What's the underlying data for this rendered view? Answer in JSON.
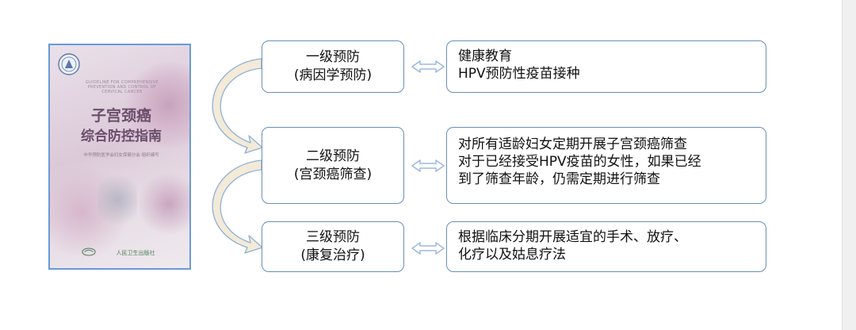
{
  "book_cover": {
    "title_line1": "子宫颈癌",
    "title_line2": "综合防控指南",
    "english_line1": "GUIDELINE FOR COMPREHENSIVE",
    "english_line2": "PREVENTION AND CONTROL OF",
    "english_line3": "CERVICAL CANCER",
    "editor": "中华预防医学会妇女保健分会 组织编写",
    "publisher": "人民卫生出版社"
  },
  "levels": [
    {
      "name": "一级预防",
      "sub": "(病因学预防)",
      "lines": [
        "健康教育",
        "HPV预防性疫苗接种"
      ]
    },
    {
      "name": "二级预防",
      "sub": "(宫颈癌筛查)",
      "lines": [
        "对所有适龄妇女定期开展子宫颈癌筛查",
        "对于已经接受HPV疫苗的女性，如果已经",
        "到了筛查年龄，仍需定期进行筛查"
      ]
    },
    {
      "name": "三级预防",
      "sub": "(康复治疗)",
      "lines": [
        "根据临床分期开展适宜的手术、放疗、",
        "化疗以及姑息疗法"
      ]
    }
  ],
  "colors": {
    "box_border": "#6b8fb8",
    "curved_arrow_fill": "#f3ead8",
    "curved_arrow_stroke": "#8fb0d6",
    "double_arrow": "#9db8dc"
  }
}
